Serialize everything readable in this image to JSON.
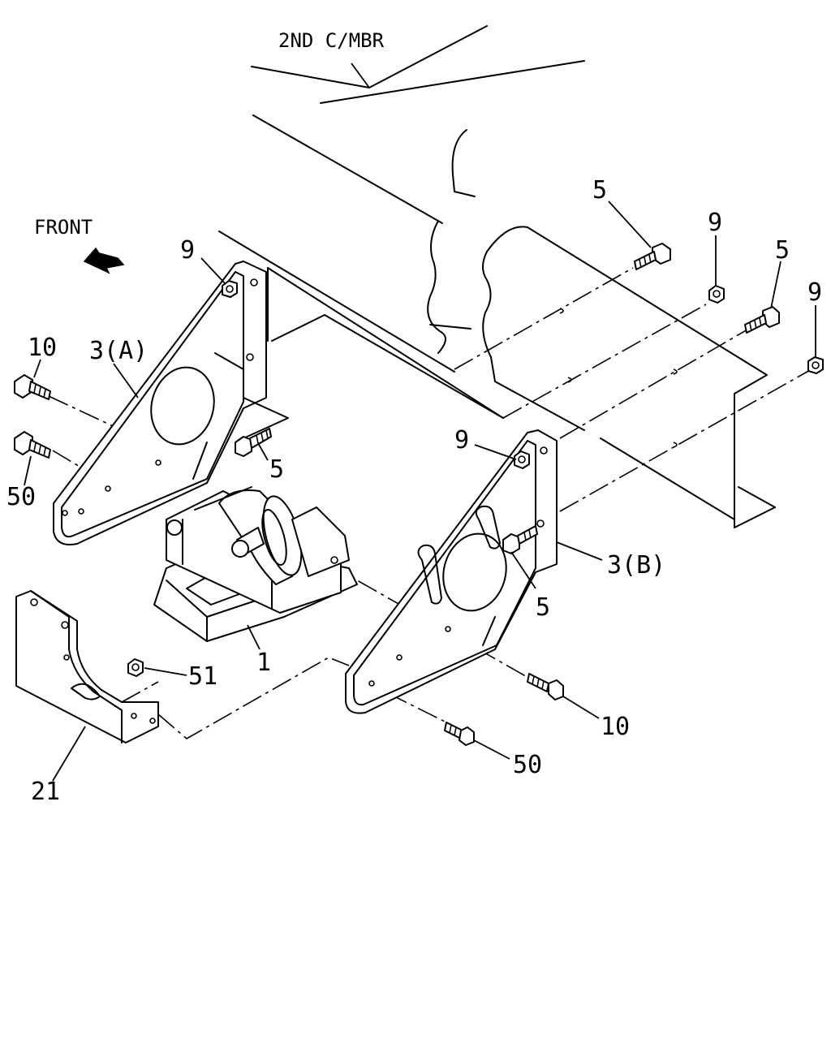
{
  "labels": {
    "crossmember": "2ND C/MBR",
    "front": "FRONT",
    "part_1": "1",
    "part_3a": "3(A)",
    "part_3b": "3(B)",
    "part_5_a": "5",
    "part_5_b": "5",
    "part_5_c": "5",
    "part_5_d": "5",
    "part_9_a": "9",
    "part_9_b": "9",
    "part_9_c": "9",
    "part_9_d": "9",
    "part_10_a": "10",
    "part_10_b": "10",
    "part_21": "21",
    "part_50_a": "50",
    "part_50_b": "50",
    "part_51": "51"
  },
  "icons": {
    "front_arrow": "front-arrow-icon"
  }
}
